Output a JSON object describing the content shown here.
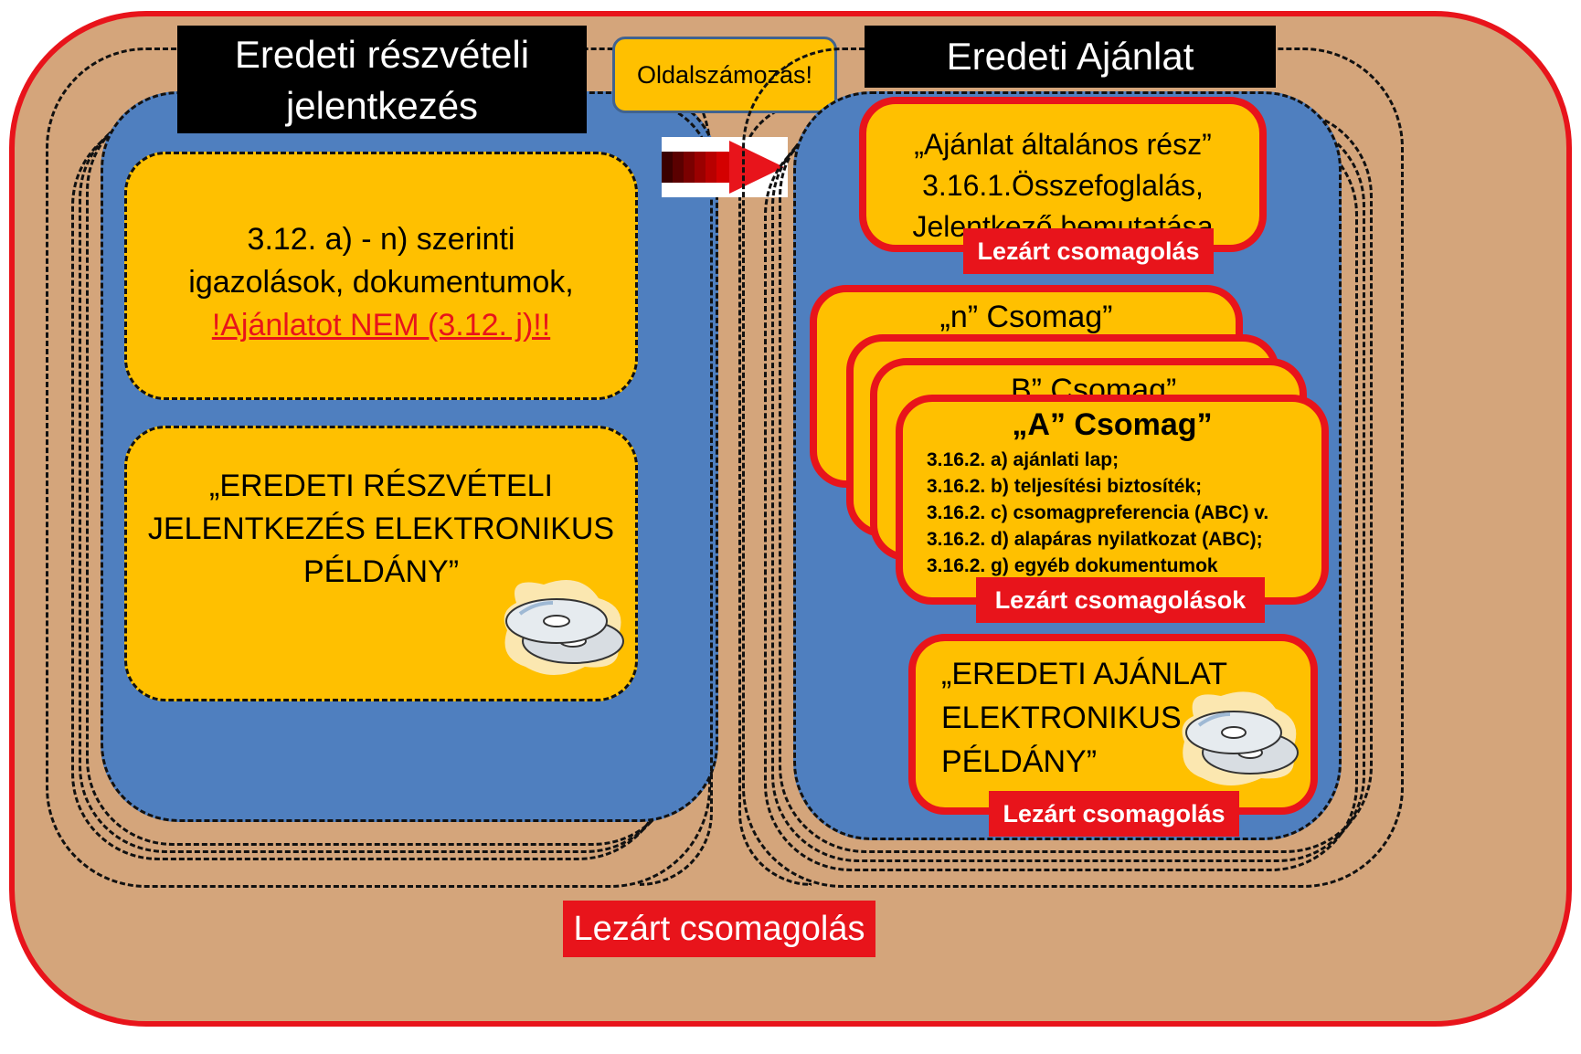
{
  "left": {
    "title_line1": "Eredeti részvételi",
    "title_line2": "jelentkezés",
    "box1_line1": "3.12. a) - n) szerinti",
    "box1_line2": "igazolások, dokumentumok,",
    "box1_warning": "!Ajánlatot NEM (3.12. j)!!",
    "box2_line1": "„EREDETI RÉSZVÉTELI",
    "box2_line2": "JELENTKEZÉS ELEKTRONIKUS",
    "box2_line3": "PÉLDÁNY”"
  },
  "center": {
    "note": "Oldalszámozás!"
  },
  "right": {
    "title": "Eredeti Ajánlat",
    "general_line1": "„Ajánlat általános rész”",
    "general_line2": "3.16.1.Összefoglalás,",
    "general_line3": "Jelentkező bemutatása",
    "general_tag": "Lezárt csomagolás",
    "package_n": "„n” Csomag”",
    "package_b": "„B” Csomag”",
    "package_a": "„A” Csomag”",
    "package_items": [
      "3.16.2. a) ajánlati lap;",
      "3.16.2. b) teljesítési biztosíték;",
      "3.16.2. c) csomagpreferencia (ABC) v.",
      "3.16.2. d) alapáras nyilatkozat (ABC);",
      "3.16.2. g) egyéb dokumentumok"
    ],
    "packages_tag": "Lezárt csomagolások",
    "electronic_line1": "„EREDETI AJÁNLAT",
    "electronic_line2": "ELEKTRONIKUS",
    "electronic_line3": "PÉLDÁNY”",
    "electronic_tag": "Lezárt csomagolás"
  },
  "outer_tag": "Lezárt csomagolás",
  "icons": [
    "cd-icon",
    "cd-icon",
    "arrow-right-icon"
  ],
  "colors": {
    "outer_fill": "#d4a57b",
    "outer_border": "#e8141b",
    "inner_blue": "#4f7fbf",
    "box_yellow": "#ffc000",
    "tag_red": "#e8141b"
  }
}
